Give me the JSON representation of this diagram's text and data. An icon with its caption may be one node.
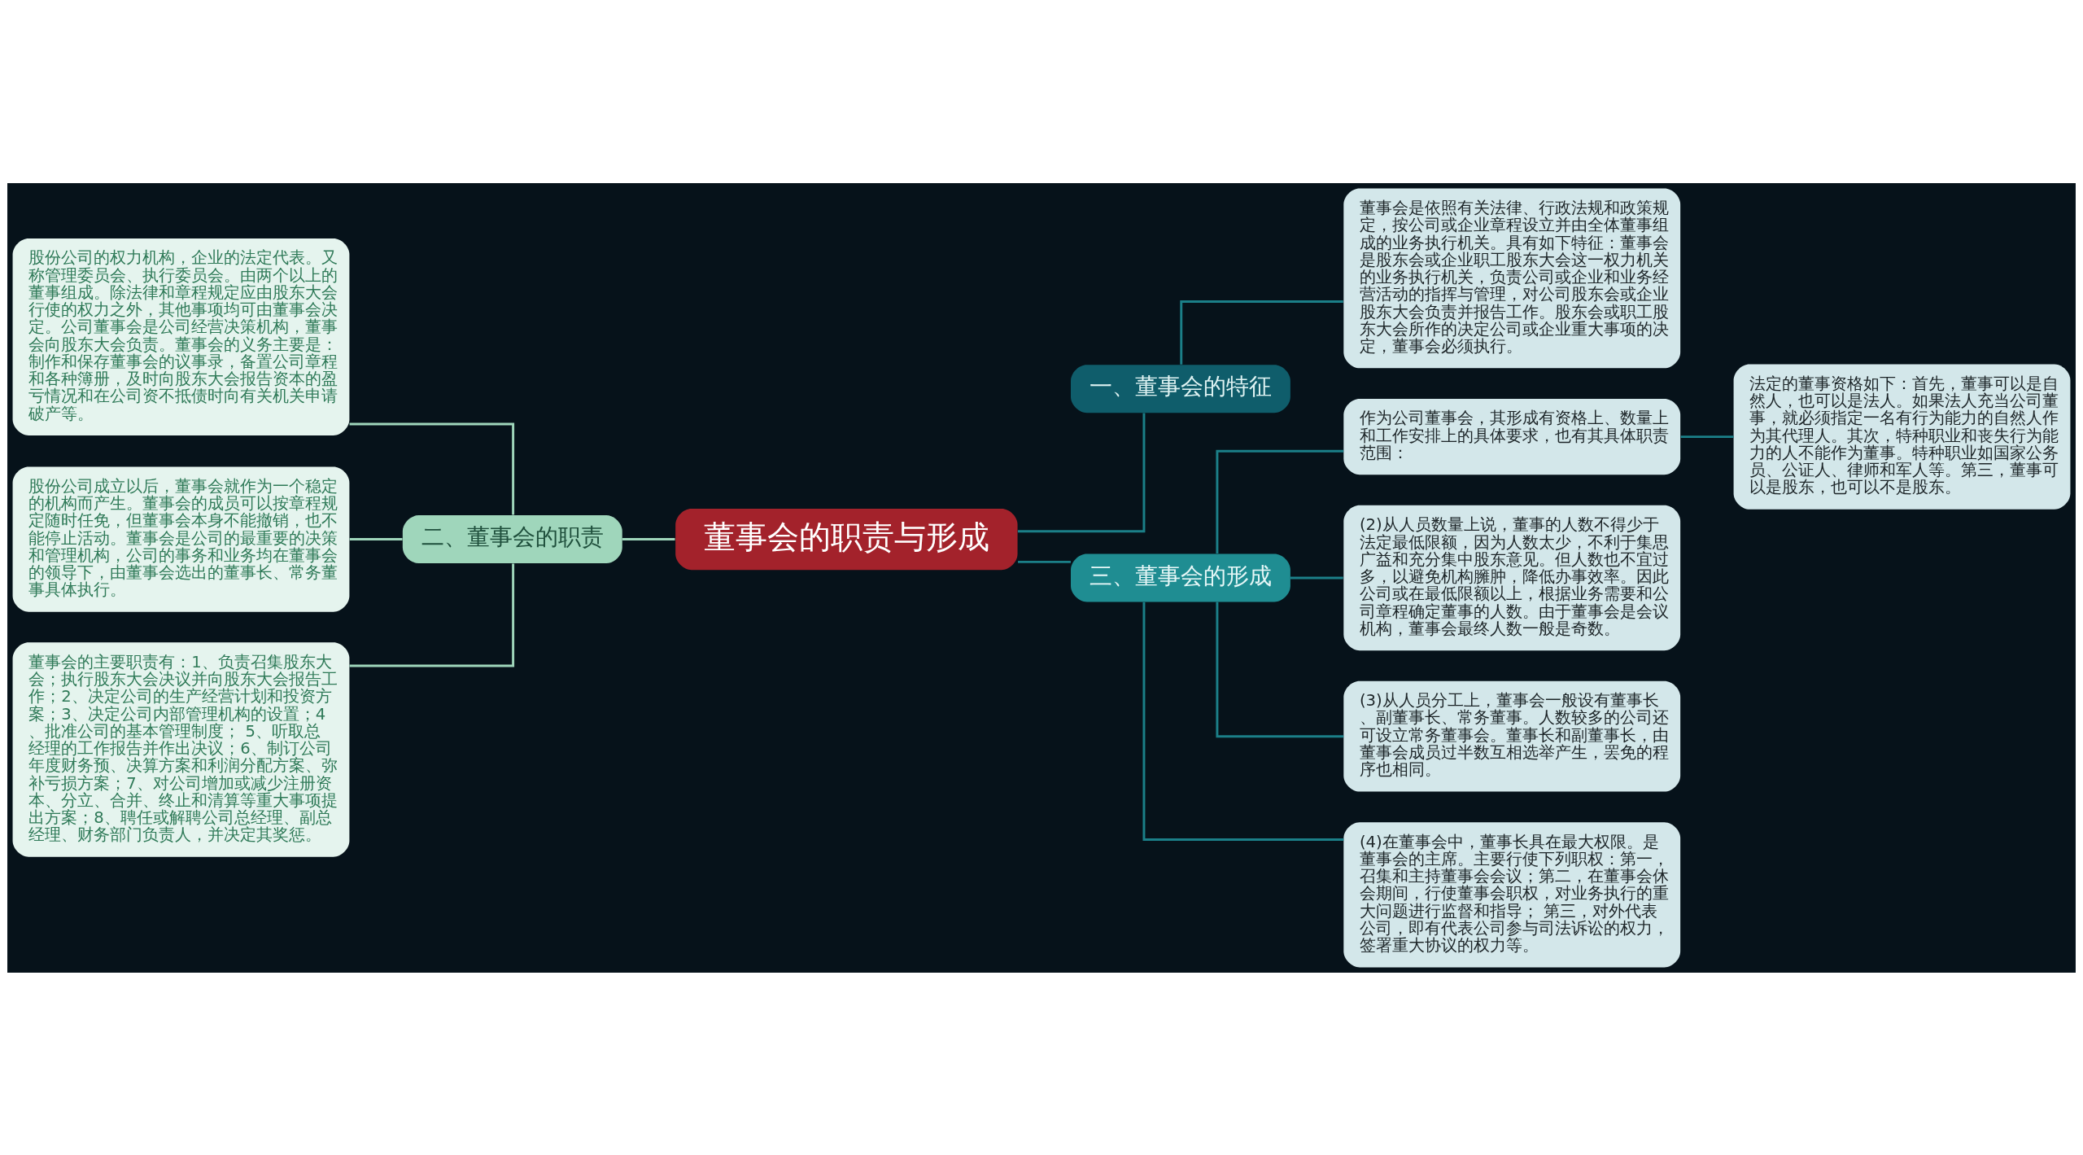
{
  "diagram": {
    "nodes": [
      {
        "text": [
          "董事会的职责与形成"
        ]
      },
      {
        "text": [
          "一、董事会的特征"
        ]
      },
      {
        "text": [
          "董事会是依照有关法律、行政法规和政策规定，按公司或企业章程设立并由全体董事组成的业务执行机关。具有如下特征：董事会是股东会或企业职工股东大会这一权力机关的业务执行机关，负责公司或企业和业务经营活动的指挥与管理，对公司股东会或企业股东大会负责并报告工作。股东会或职工股东大会所作的决定公司或企业重大事项的决定，董事会必须执行。"
        ]
      },
      {
        "text": [
          "二、董事会的职责"
        ]
      },
      {
        "text": [
          "股份公司的权力机构，企业的法定代表。又称管理委员会、执行委员会。由两个以上的董事组成。除法律和章程规定应由股东大会行使的权力之外，其他事项均可由董事会决定。公司董事会是公司经营决策机构，董事会向股东大会负责。董事会的义务主要是：制作和保存董事会的议事录，备置公司章程和各种簿册，及时向股东大会报告资本的盈亏情况和在公司资不抵债时向有关机关申请破产等。"
        ]
      },
      {
        "text": [
          "股份公司成立以后，董事会就作为一个稳定的机构而产生。董事会的成员可以按章程规定随时任免，但董事会本身不能撤销，也不能停止活动。董事会是公司的最重要的决策和管理机构，公司的事务和业务均在董事会的领导下，由董事会选出的董事长、常务董事具体执行。"
        ]
      },
      {
        "text": [
          "董事会的主要职责有：1、负责召集股东大会；执行股东大会决议并向股东大会报告工作；2、决定公司的生产经营计划和投资方案；3、决定公司内部管理机构的设置；4、批准公司的基本管理制度； 5、听取总经理的工作报告并作出决议；6、制订公司年度财务预、决算方案和利润分配方案、弥补亏损方案；7、对公司增加或减少注册资本、分立、合并、终止和清算等重大事项提出方案；8、聘任或解聘公司总经理、副总经理、财务部门负责人，并决定其奖惩。"
        ]
      },
      {
        "text": [
          "三、董事会的形成"
        ]
      },
      {
        "text": [
          "作为公司董事会，其形成有资格上、数量上和工作安排上的具体要求，也有其具体职责范围："
        ]
      },
      {
        "text": [
          "法定的董事资格如下：首先，董事可以是自然人，也可以是法人。如果法人充当公司董事，就必须指定一名有行为能力的自然人作为其代理人。其次，特种职业和丧失行为能力的人不能作为董事。特种职业如国家公务员、公证人、律师和军人等。第三，董事可以是股东，也可以不是股东。"
        ]
      },
      {
        "text": [
          "(2)从人员数量上说，董事的人数不得少于法定最低限额，因为人数太少，不利于集思广益和充分集中股东意见。但人数也不宜过多，以避免机构臃肿，降低办事效率。因此公司或在最低限额以上，根据业务需要和公司章程确定董事的人数。由于董事会是会议机构，董事会最终人数一般是奇数。"
        ]
      },
      {
        "text": [
          "(3)从人员分工上，董事会一般设有董事长、副董事长、常务董事。人数较多的公司还可设立常务董事会。董事长和副董事长，由董事会成员过半数互相选举产生，罢免的程序也相同。"
        ]
      },
      {
        "text": [
          "(4)在董事会中，董事长具在最大权限。是董事会的主席。主要行使下列职权：第一，召集和主持董事会会议；第二，在董事会休会期间，行使董事会职权，对业务执行的重大问题进行监督和指导； 第三，对外代表公司，即有代表公司参与司法诉讼的权力，签署重大协议的权力等。"
        ]
      }
    ],
    "edges": [
      {
        "from": 0,
        "to": 1,
        "arrow": "none"
      },
      {
        "from": 1,
        "to": 2,
        "arrow": "none"
      },
      {
        "from": 0,
        "to": 3,
        "arrow": "none",
        "color": "#9fd6bb"
      },
      {
        "from": 3,
        "to": 4,
        "arrow": "none",
        "color": "#9fd6bb"
      },
      {
        "from": 3,
        "to": 5,
        "arrow": "none",
        "color": "#9fd6bb"
      },
      {
        "from": 3,
        "to": 6,
        "arrow": "none",
        "color": "#9fd6bb"
      },
      {
        "from": 0,
        "to": 7,
        "arrow": "none"
      },
      {
        "from": 7,
        "to": 8,
        "arrow": "none"
      },
      {
        "from": 8,
        "to": 9,
        "arrow": "none"
      },
      {
        "from": 7,
        "to": 10,
        "arrow": "none"
      },
      {
        "from": 7,
        "to": 11,
        "arrow": "none"
      },
      {
        "from": 7,
        "to": 12,
        "arrow": "none"
      }
    ]
  }
}
